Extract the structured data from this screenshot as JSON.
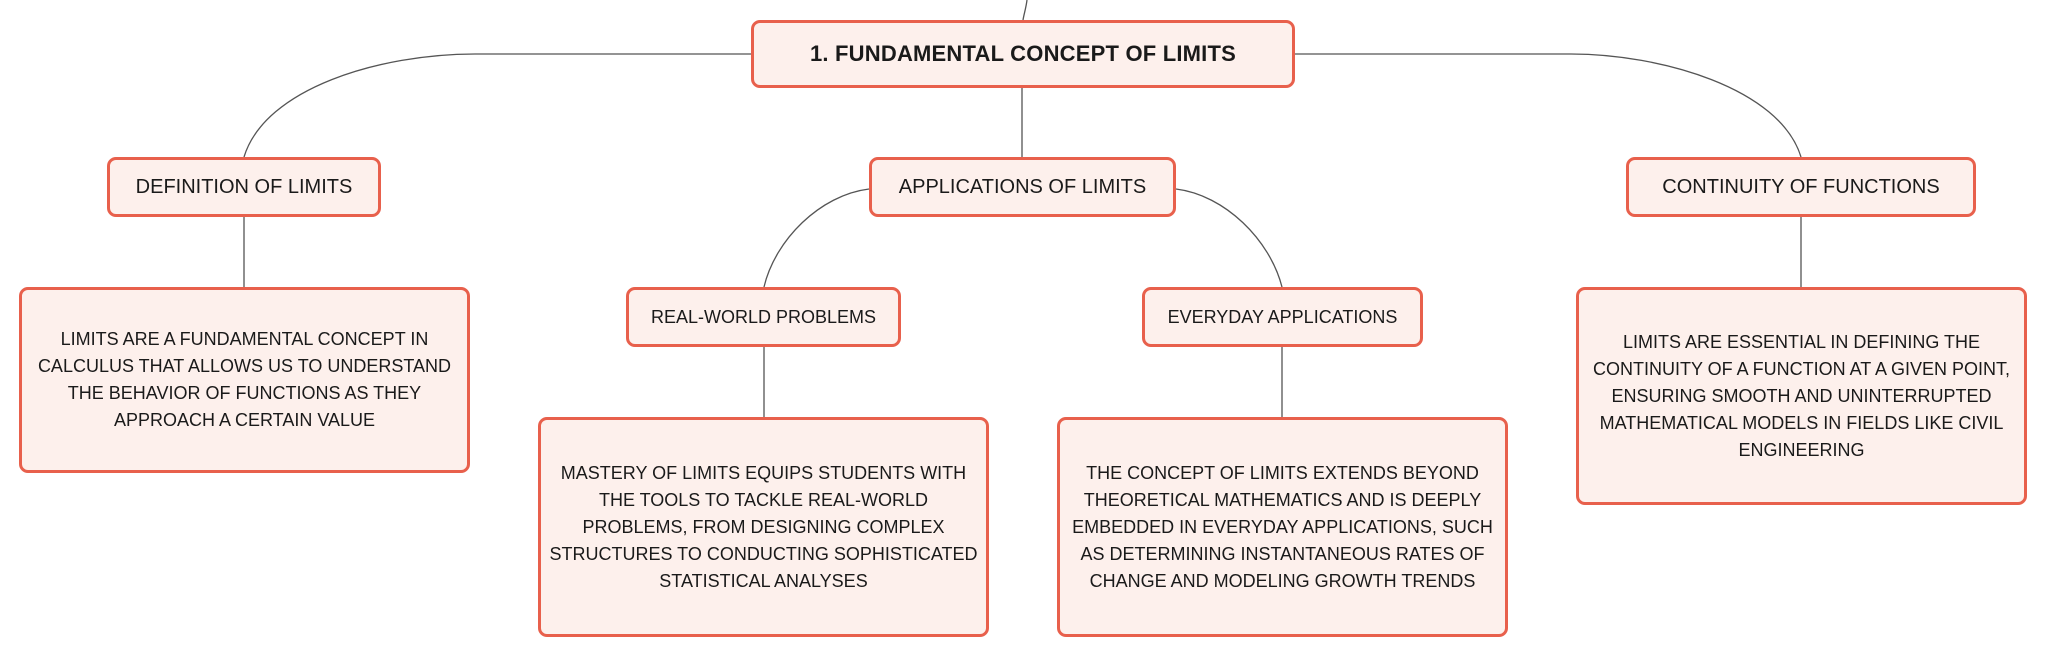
{
  "root": {
    "label": "1. FUNDAMENTAL CONCEPT OF LIMITS"
  },
  "branches": {
    "definition": {
      "label": "DEFINITION OF LIMITS",
      "description": "LIMITS ARE A FUNDAMENTAL CONCEPT IN CALCULUS THAT ALLOWS US TO UNDERSTAND THE BEHAVIOR OF FUNCTIONS AS THEY APPROACH A CERTAIN VALUE"
    },
    "applications": {
      "label": "APPLICATIONS OF LIMITS",
      "real_world": {
        "label": "REAL-WORLD PROBLEMS",
        "description": "MASTERY OF LIMITS EQUIPS STUDENTS WITH THE TOOLS TO TACKLE REAL-WORLD PROBLEMS, FROM DESIGNING COMPLEX STRUCTURES TO CONDUCTING SOPHISTICATED STATISTICAL ANALYSES"
      },
      "everyday": {
        "label": "EVERYDAY APPLICATIONS",
        "description": "THE CONCEPT OF LIMITS EXTENDS BEYOND THEORETICAL MATHEMATICS AND IS DEEPLY EMBEDDED IN EVERYDAY APPLICATIONS, SUCH AS DETERMINING INSTANTANEOUS RATES OF CHANGE AND MODELING GROWTH TRENDS"
      }
    },
    "continuity": {
      "label": "CONTINUITY OF FUNCTIONS",
      "description": "LIMITS ARE ESSENTIAL IN DEFINING THE CONTINUITY OF A FUNCTION AT A GIVEN POINT, ENSURING SMOOTH AND UNINTERRUPTED MATHEMATICAL MODELS IN FIELDS LIKE CIVIL ENGINEERING"
    }
  },
  "colors": {
    "node_fill": "#fdf0ec",
    "node_border": "#e8604c",
    "connector": "#555555",
    "text": "#1a1a1a"
  }
}
